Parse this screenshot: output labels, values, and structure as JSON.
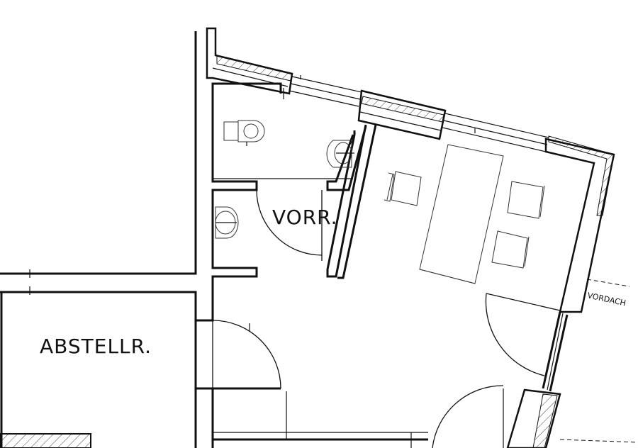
{
  "rooms": {
    "vorraum": {
      "label": "VORR."
    },
    "abstellraum": {
      "label": "ABSTELLR."
    }
  },
  "annotations": {
    "vordach": {
      "label": "VORDACH"
    }
  }
}
